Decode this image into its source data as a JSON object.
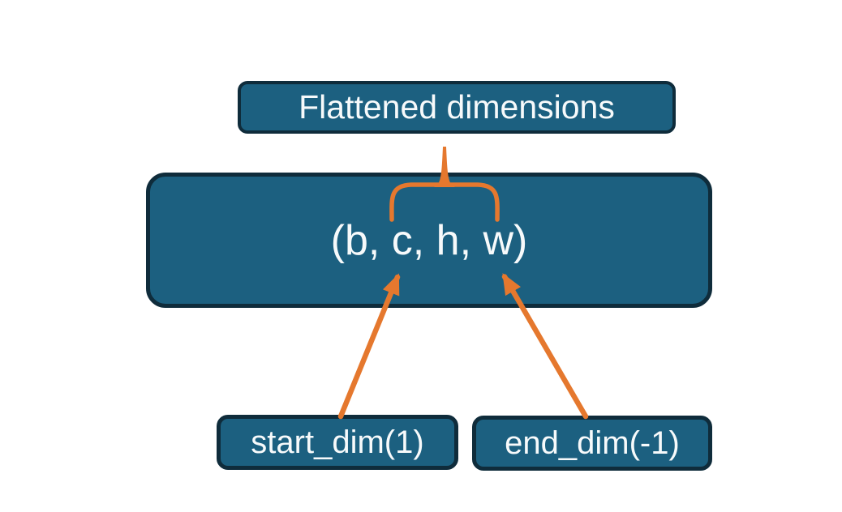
{
  "diagram": {
    "nodes": {
      "flattened": {
        "label": "Flattened dimensions"
      },
      "tensor": {
        "label": "(b, c, h, w)"
      },
      "start_dim": {
        "label": "start_dim(1)"
      },
      "end_dim": {
        "label": "end_dim(-1)"
      }
    },
    "connectors": [
      {
        "name": "brace-flattened-span",
        "type": "curly-brace"
      },
      {
        "name": "arrow-start-dim",
        "type": "arrow"
      },
      {
        "name": "arrow-end-dim",
        "type": "arrow"
      }
    ],
    "colors": {
      "background": "#ffffff",
      "node_fill": "#1c6080",
      "node_border": "#0f2c3b",
      "label_text": "#f7fafb",
      "connector_orange": "#e5782e"
    }
  }
}
